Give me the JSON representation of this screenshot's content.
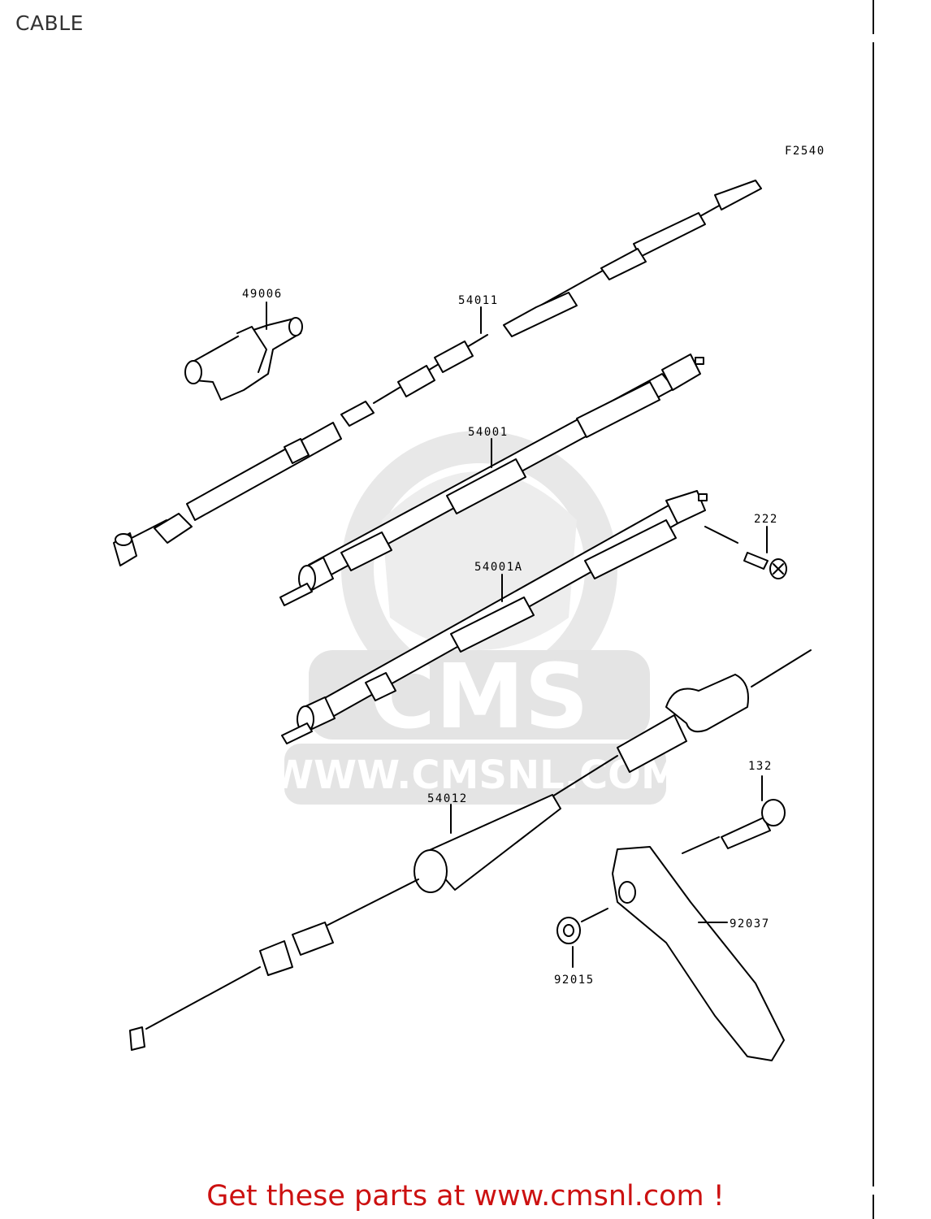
{
  "header": {
    "title": "CABLE"
  },
  "figure_code": "F2540",
  "watermark": {
    "brand": "CMS",
    "site": "WWW.CMSNL.COM"
  },
  "parts": {
    "p49006": "49006",
    "p54011": "54011",
    "p54001": "54001",
    "p222": "222",
    "p54001A": "54001A",
    "p132": "132",
    "p54012": "54012",
    "p92037": "92037",
    "p92015": "92015"
  },
  "footer": {
    "promo_text": "Get these parts at www.cmsnl.com !"
  },
  "colors": {
    "promo": "#cc1111",
    "watermark": "#e6e6e6",
    "line": "#000000"
  }
}
